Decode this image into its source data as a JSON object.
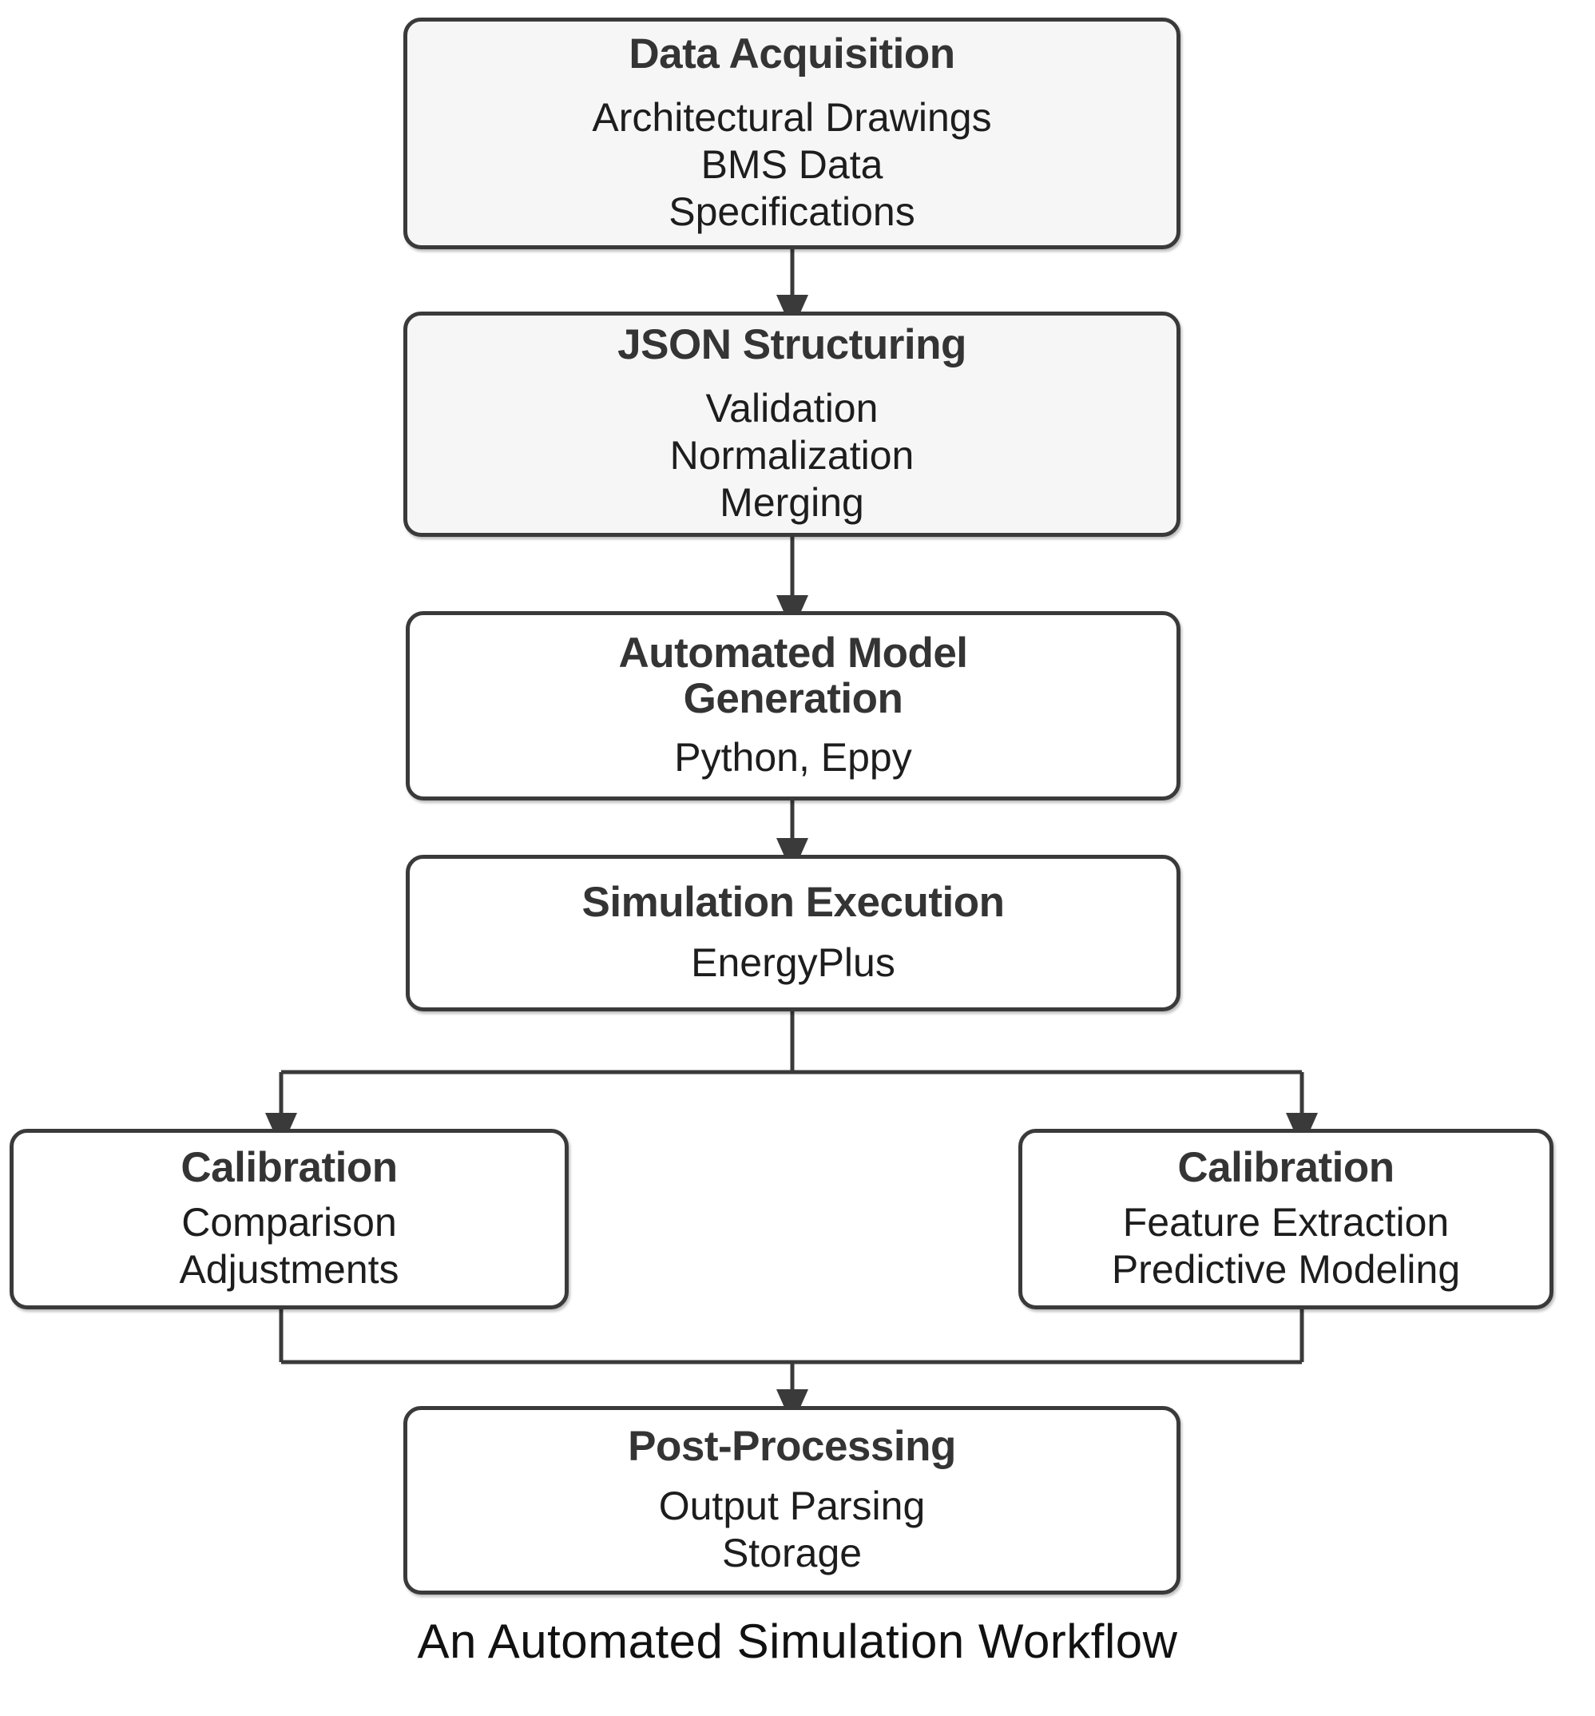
{
  "diagram": {
    "caption": "An Automated Simulation Workflow",
    "colors": {
      "stroke": "#3a3a3a",
      "shaded_fill": "#f6f6f6",
      "plain_fill": "#ffffff",
      "text": "#1d1d1d",
      "title_text": "#343434",
      "background": "#ffffff"
    },
    "nodes": [
      {
        "id": "data-acquisition",
        "title": "Data Acquisition",
        "body": "Architectural Drawings\nBMS Data\nSpecifications"
      },
      {
        "id": "json-structuring",
        "title": "JSON Structuring",
        "body": "Validation\nNormalization\nMerging"
      },
      {
        "id": "model-generation",
        "title": "Automated Model\nGeneration",
        "body": "Python, Eppy"
      },
      {
        "id": "simulation-execution",
        "title": "Simulation Execution",
        "body": "EnergyPlus"
      },
      {
        "id": "calibration-left",
        "title": "Calibration",
        "body": "Comparison\nAdjustments"
      },
      {
        "id": "calibration-right",
        "title": "Calibration",
        "body": "Feature Extraction\nPredictive Modeling"
      },
      {
        "id": "post-processing",
        "title": "Post-Processing",
        "body": "Output Parsing\nStorage"
      }
    ],
    "edges": [
      {
        "id": "edge-acquisition-to-json",
        "from": "data-acquisition",
        "to": "json-structuring",
        "style": "straight-down"
      },
      {
        "id": "edge-json-to-model",
        "from": "json-structuring",
        "to": "model-generation",
        "style": "straight-down"
      },
      {
        "id": "edge-model-to-simulation",
        "from": "model-generation",
        "to": "simulation-execution",
        "style": "straight-down"
      },
      {
        "id": "edge-simulation-to-calib-left",
        "from": "simulation-execution",
        "to": "calibration-left",
        "style": "split-left"
      },
      {
        "id": "edge-simulation-to-calib-right",
        "from": "simulation-execution",
        "to": "calibration-right",
        "style": "split-right"
      },
      {
        "id": "edge-calib-left-to-post",
        "from": "calibration-left",
        "to": "post-processing",
        "style": "merge-left"
      },
      {
        "id": "edge-calib-right-to-post",
        "from": "calibration-right",
        "to": "post-processing",
        "style": "merge-right"
      }
    ]
  }
}
